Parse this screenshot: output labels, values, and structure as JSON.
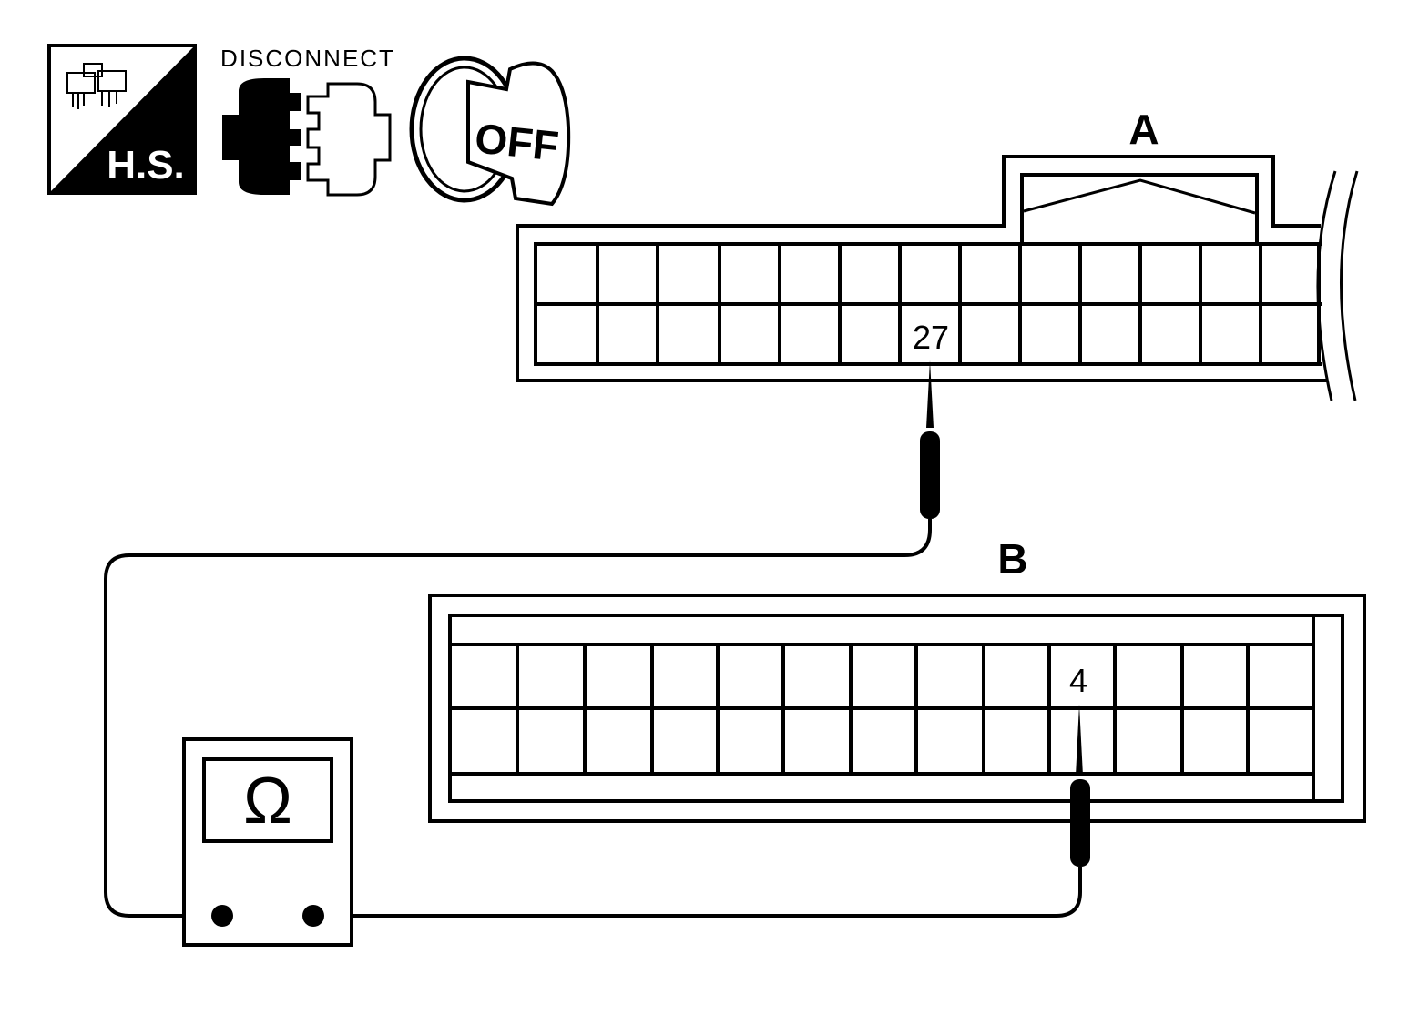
{
  "icons": {
    "harness_side_label": "H.S.",
    "disconnect_label": "DISCONNECT",
    "ignition_label": "OFF"
  },
  "connector_a": {
    "label": "A",
    "pin_label": "27"
  },
  "connector_b": {
    "label": "B",
    "pin_label": "4"
  },
  "meter": {
    "symbol": "Ω"
  }
}
